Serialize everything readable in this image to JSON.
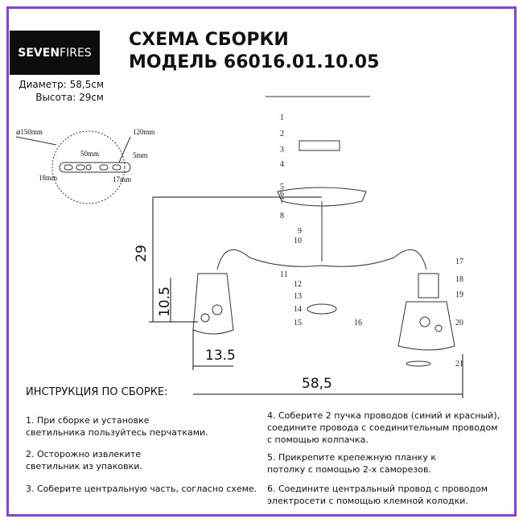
{
  "brand": {
    "logo_bold": "SEVEN",
    "logo_light": "FIRES"
  },
  "header": {
    "title_line1": "СХЕМА СБОРКИ",
    "title_line2": "МОДЕЛЬ 66016.01.10.05"
  },
  "specs": {
    "diameter": "Диаметр: 58,5см",
    "height": "Высота: 29см"
  },
  "bracket": {
    "d150": "⌀150mm",
    "d120": "120mm",
    "d50": "50mm",
    "d5": "5mm",
    "d18": "18mm",
    "d17": "17mm"
  },
  "dimensions": {
    "height": "29",
    "shade_height": "10.5",
    "shade_width": "13.5",
    "diameter": "58,5"
  },
  "part_numbers": [
    "1",
    "2",
    "3",
    "4",
    "5",
    "6",
    "7",
    "8",
    "9",
    "10",
    "11",
    "12",
    "13",
    "14",
    "15",
    "16",
    "17",
    "18",
    "19",
    "20",
    "21"
  ],
  "instructions": {
    "heading": "ИНСТРУКЦИЯ ПО СБОРКЕ:",
    "steps": [
      "1. При сборке и установке\nсветильника пользуйтесь перчатками.",
      "2. Осторожно извлеките\nсветильник из упаковки.",
      "3. Соберите центральную часть, согласно схеме.",
      "4. Соберите 2 пучка проводов (синий и красный),\nсоедините провода с соединительным проводом\nс помощью колпачка.",
      "5. Прикрепите крепежную планку к\nпотолку с помощью 2-х саморезов.",
      "6. Соедините центральный провод с проводом\nэлектросети с помощью клемной колодки."
    ]
  },
  "colors": {
    "border": "#8a3fe0"
  }
}
